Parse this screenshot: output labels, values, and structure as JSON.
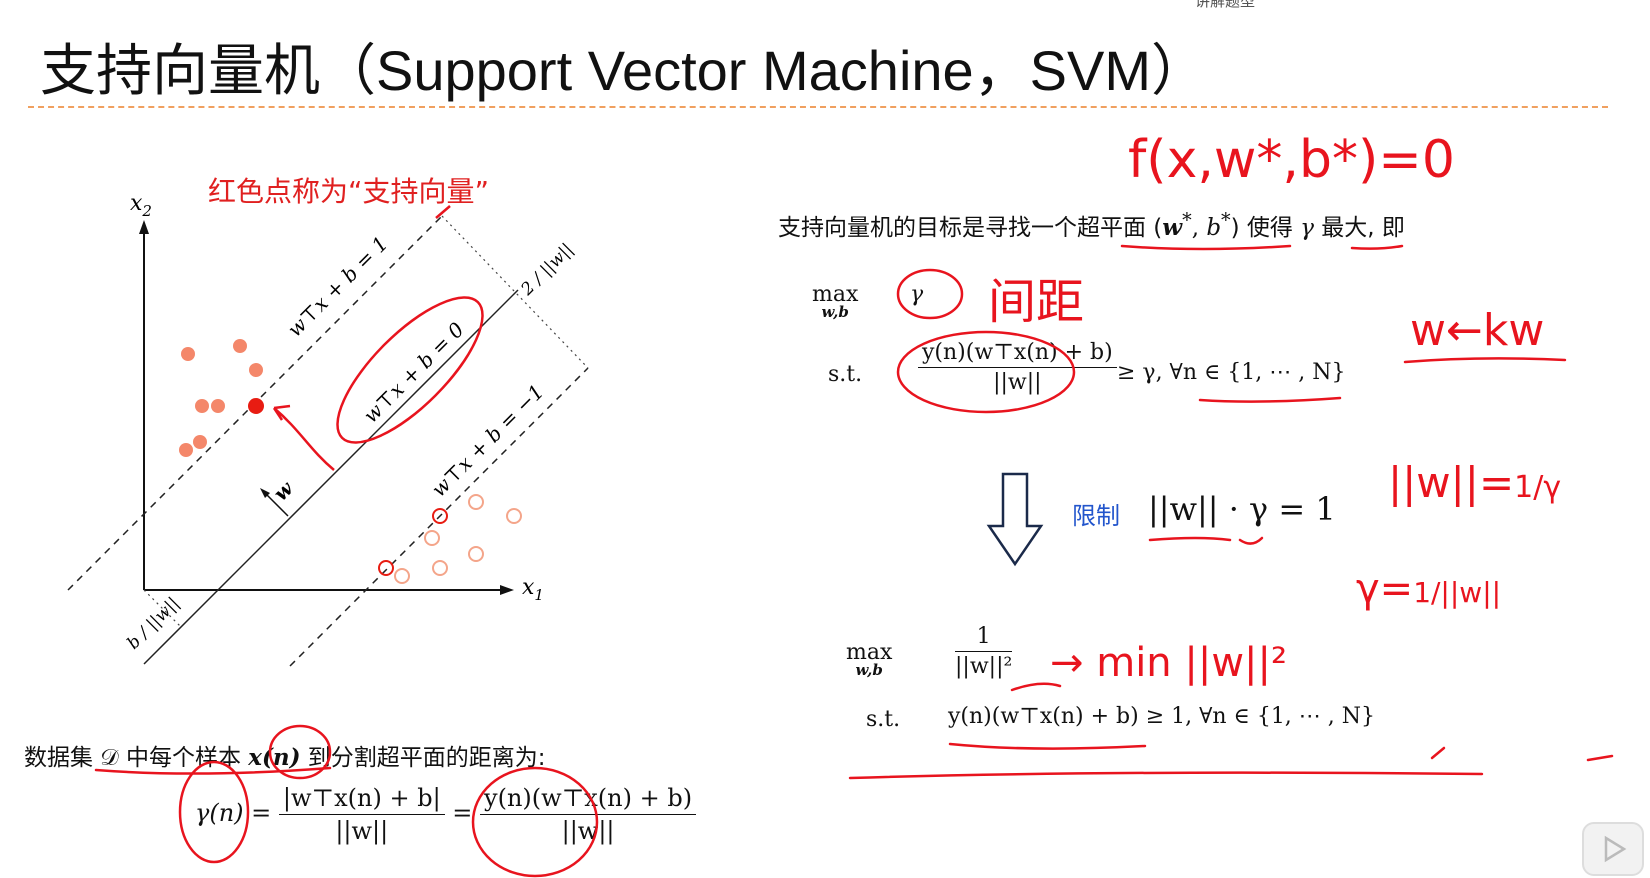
{
  "header": {
    "top_caption": "讲解题型",
    "title": "支持向量机（Support Vector Machine，SVM）"
  },
  "diagram": {
    "support_vector_note": "红色点称为“支持向量”",
    "axis_x": "x",
    "axis_x_sub": "1",
    "axis_y": "x",
    "axis_y_sub": "2",
    "line_plus": "w⊤x + b = 1",
    "line_zero": "w⊤x + b = 0",
    "line_minus": "w⊤x + b = −1",
    "normal_label": "w",
    "margin_label": "2 / ||w||",
    "offset_label": "b / ||w||",
    "colors": {
      "positive": "#f4876a",
      "support": "#e81c12",
      "negative": "#f4a58a",
      "handwriting": "#e8141e"
    }
  },
  "right": {
    "goal_text_a": "支持向量机的目标是寻找一个超平面 (",
    "goal_w": "w",
    "goal_wstar": "*",
    "goal_comma": ", ",
    "goal_b": "b",
    "goal_bstar": "*",
    "goal_text_b": ") 使得",
    "goal_gamma": "γ",
    "goal_text_c": "最大, 即",
    "max_label": "max",
    "max_sub": "w,b",
    "objective1": "γ",
    "st_label": "s.t.",
    "cons1_num": "y(n)(w⊤x(n) + b)",
    "cons1_den": "||w||",
    "cons1_tail": "≥ γ, ∀n ∈ {1, ⋯ , N}",
    "restriction_label": "限制",
    "restriction_eq": "||w|| · γ = 1",
    "obj2_num": "1",
    "obj2_den": "||w||²",
    "cons2": "y(n)(w⊤x(n) + b) ≥ 1, ∀n ∈ {1, ⋯ , N}"
  },
  "bottom": {
    "distance_text_a": "数据集 𝒟 中每个样本 ",
    "distance_x": "x(n)",
    "distance_text_b": " 到分割超平面的距离为:",
    "gamma_lhs": "γ(n)",
    "frac_a_num": "|w⊤x(n) + b|",
    "frac_a_den": "||w||",
    "frac_b_num": "y(n)(w⊤x(n) + b)",
    "frac_b_den": "||w||"
  },
  "handwriting": {
    "f_eq": "f(x,w*,b*)=0",
    "jianju": "间距",
    "w_kw": "w←kw",
    "w_norm": "||w||=",
    "w_norm_frac": "1/γ",
    "gamma_eq": "γ=",
    "gamma_frac": "1/||w||",
    "min_note": "→ min ||w||²"
  }
}
